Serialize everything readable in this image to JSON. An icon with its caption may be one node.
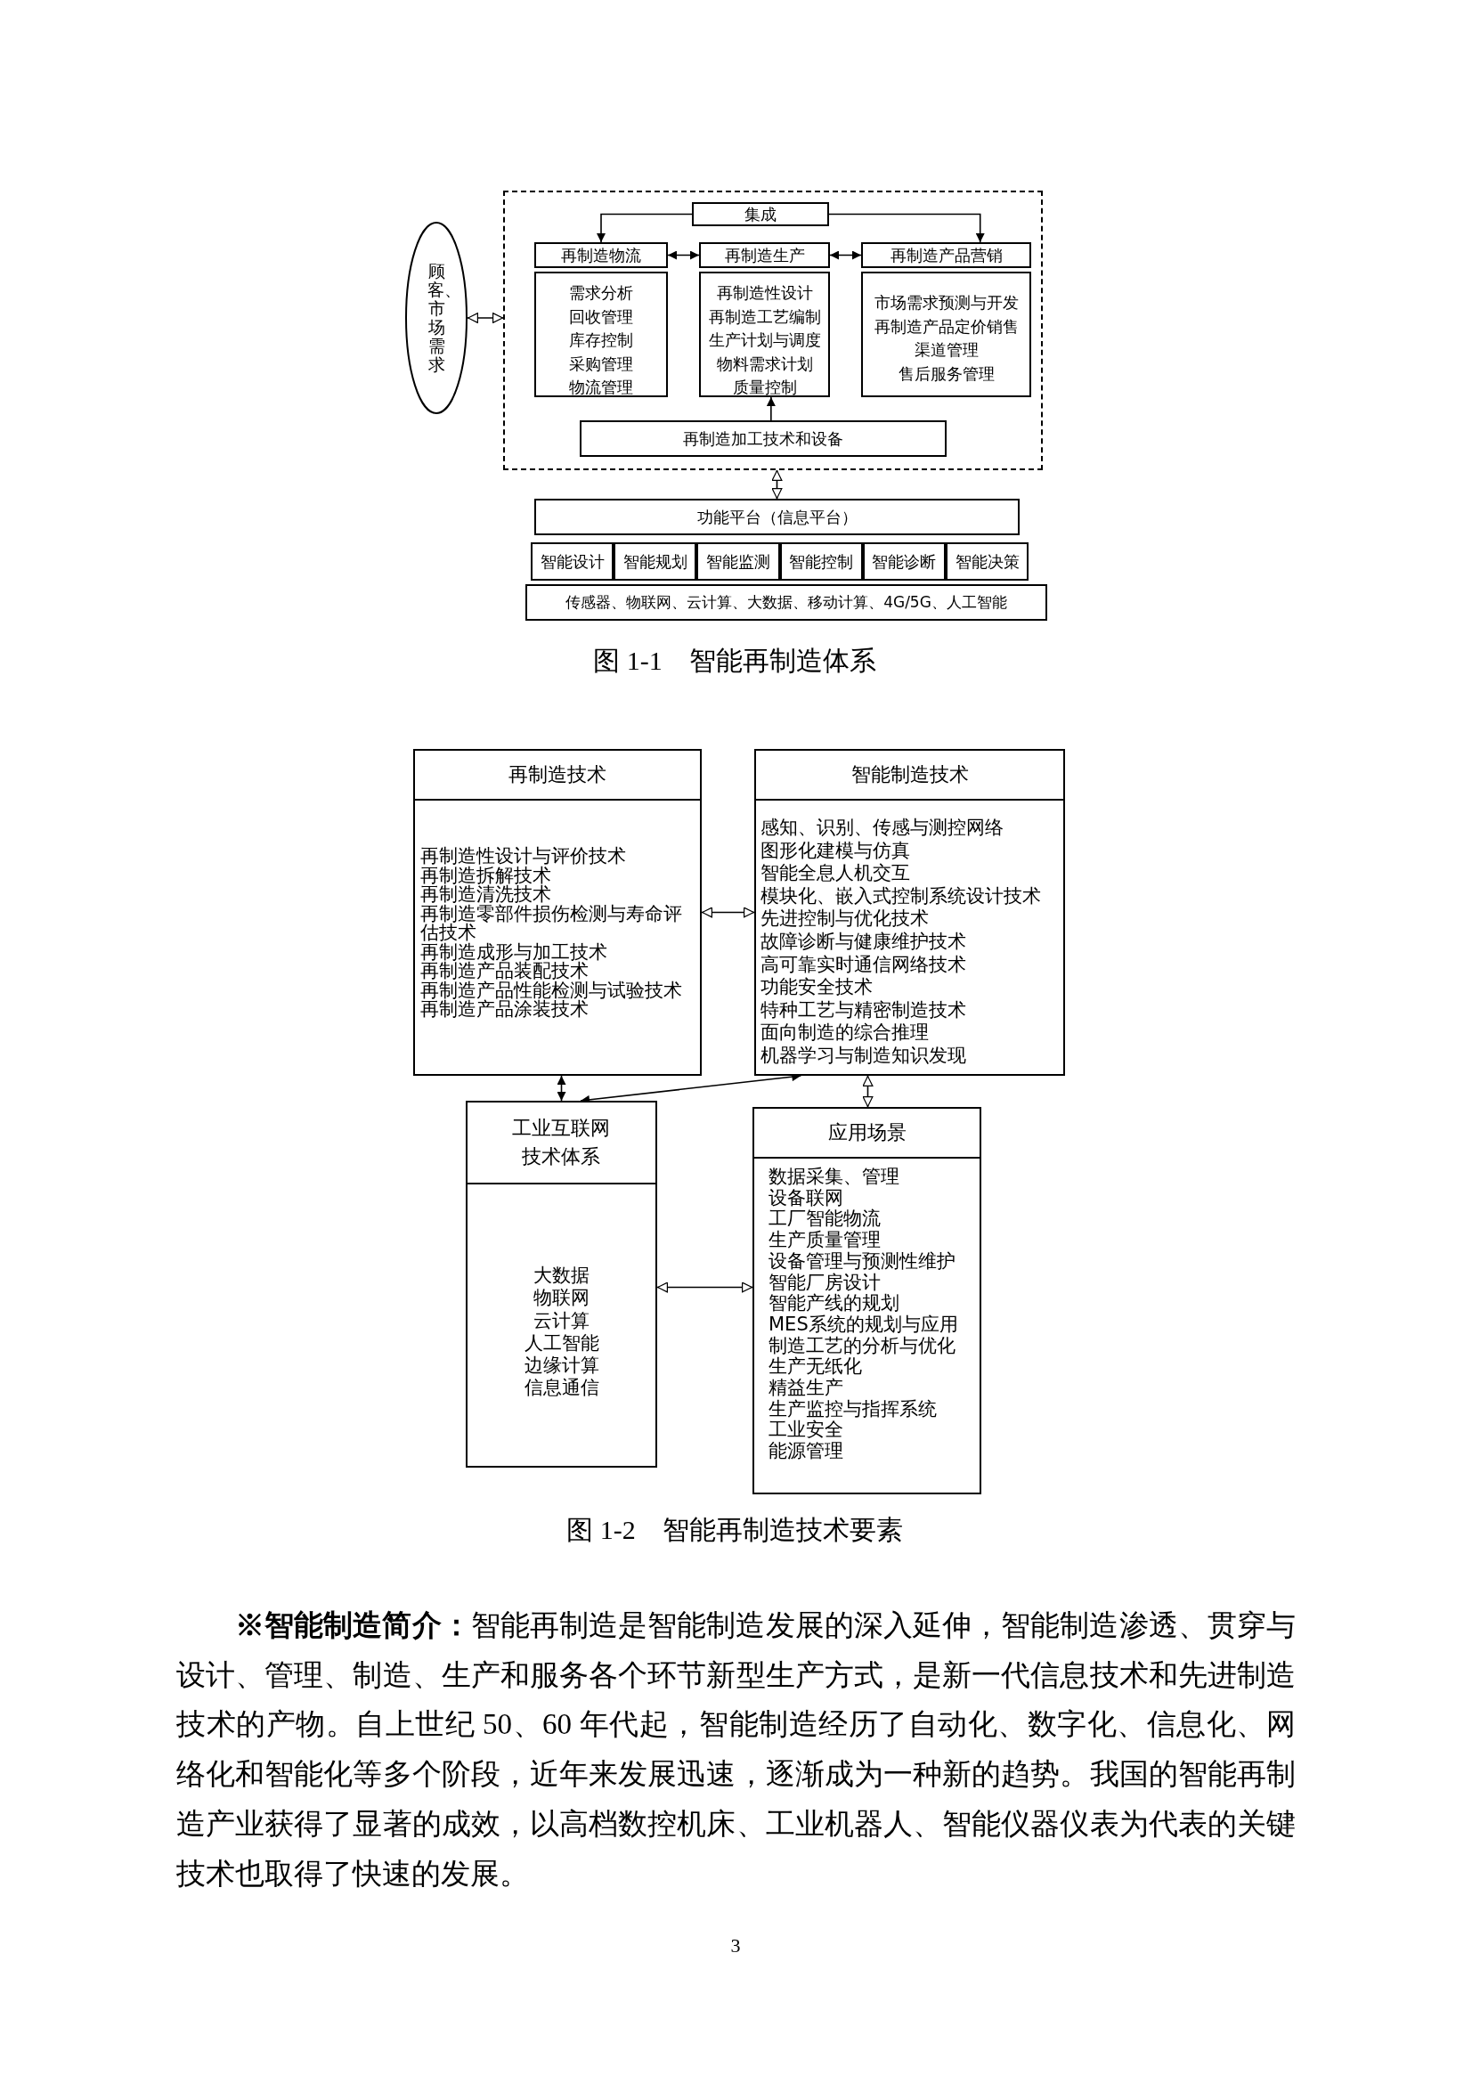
{
  "diagram": {
    "nodes": [
      {
        "text": [
          "顾客、市场需求"
        ]
      },
      {
        "text": [],
        "shape": "box"
      },
      {
        "text": [
          "集成"
        ],
        "in": 1
      },
      {
        "text": [
          "再制造物流"
        ],
        "in": 1
      },
      {
        "text": [
          "再制造生产"
        ],
        "in": 1
      },
      {
        "text": [
          "再制造产品营销"
        ],
        "in": 1
      },
      {
        "text": [
          "需求分析",
          "回收管理",
          "库存控制",
          "采购管理",
          "物流管理"
        ],
        "in": 1
      },
      {
        "text": [
          "再制造性设计",
          "再制造工艺编制",
          "生产计划与调度",
          "物料需求计划",
          "质量控制"
        ],
        "in": 1
      },
      {
        "text": [
          "市场需求预测与开发",
          "再制造产品定价销售",
          "渠道管理",
          "售后服务管理"
        ],
        "in": 1
      },
      {
        "text": [
          "再制造加工技术和设备"
        ],
        "in": 1
      },
      {
        "text": [
          "功能平台（信息平台）"
        ]
      },
      {
        "text": [
          "智能设计"
        ]
      },
      {
        "text": [
          "智能规划"
        ]
      },
      {
        "text": [
          "智能监测"
        ]
      },
      {
        "text": [
          "智能控制"
        ]
      },
      {
        "text": [
          "智能诊断"
        ]
      },
      {
        "text": [
          "智能决策"
        ]
      },
      {
        "text": [
          "传感器、物联网、云计算、大数据、移动计算、4G/5G、人工智能"
        ]
      },
      {
        "text": [
          "再制造技术",
          "再制造性设计与评价技术",
          "再制造拆解技术",
          "再制造清洗技术",
          "再制造零部件损伤检测与寿命评估技术",
          "再制造成形与加工技术",
          "再制造产品装配技术",
          "再制造产品性能检测与试验技术",
          "再制造产品涂装技术"
        ]
      },
      {
        "text": [
          "智能制造技术",
          "感知、识别、传感与测控网络",
          "图形化建模与仿真",
          "智能全息人机交互",
          "模块化、嵌入式控制系统设计技术",
          "先进控制与优化技术",
          "故障诊断与健康维护技术",
          "高可靠实时通信网络技术",
          "功能安全技术",
          "特种工艺与精密制造技术",
          "面向制造的综合推理",
          "机器学习与制造知识发现"
        ]
      },
      {
        "text": [
          "工业互联网技术体系",
          "大数据",
          "物联网",
          "云计算",
          "人工智能",
          "边缘计算",
          "信息通信"
        ]
      },
      {
        "text": [
          "应用场景",
          "数据采集、管理",
          "设备联网",
          "工厂智能物流",
          "生产质量管理",
          "设备管理与预测性维护",
          "智能厂房设计",
          "智能产线的规划",
          "MES系统的规划与应用",
          "制造工艺的分析与优化",
          "生产无纸化",
          "精益生产",
          "生产监控与指挥系统",
          "工业安全",
          "能源管理"
        ]
      }
    ],
    "edges": [
      {
        "from": 2,
        "to": 3,
        "arrow": "to"
      },
      {
        "from": 2,
        "to": 5,
        "arrow": "to"
      },
      {
        "from": 3,
        "to": 4,
        "arrow": "both"
      },
      {
        "from": 4,
        "to": 5,
        "arrow": "both"
      },
      {
        "from": 9,
        "to": 7,
        "arrow": "to"
      },
      {
        "from": 0,
        "to": 1,
        "arrow": "both"
      },
      {
        "from": 1,
        "to": 10,
        "arrow": "both"
      },
      {
        "from": 18,
        "to": 19,
        "arrow": "both"
      },
      {
        "from": 18,
        "to": 20,
        "arrow": "both"
      },
      {
        "from": 19,
        "to": 20,
        "arrow": "both"
      },
      {
        "from": 19,
        "to": 21,
        "arrow": "both"
      },
      {
        "from": 20,
        "to": 21,
        "arrow": "both"
      }
    ],
    "labels": [
      "图 1-1　智能再制造体系",
      "图 1-2　智能再制造技术要素",
      "**※智能制造简介：**智能再制造是智能制造发展的深入延伸，智能制造渗透、贯穿与设计、管理、制造、生产和服务各个环节新型生产方式，是新一代信息技术和先进制造技术的产物。自上世纪 50、60 年代起，智能制造经历了自动化、数字化、信息化、网络化和智能化等多个阶段，近年来发展迅速，逐渐成为一种新的趋势。我国的智能再制造产业获得了显著的成效，以高档数控机床、工业机器人、智能仪器仪表为代表的关键技术也取得了快速的发展。",
      "3"
    ]
  }
}
